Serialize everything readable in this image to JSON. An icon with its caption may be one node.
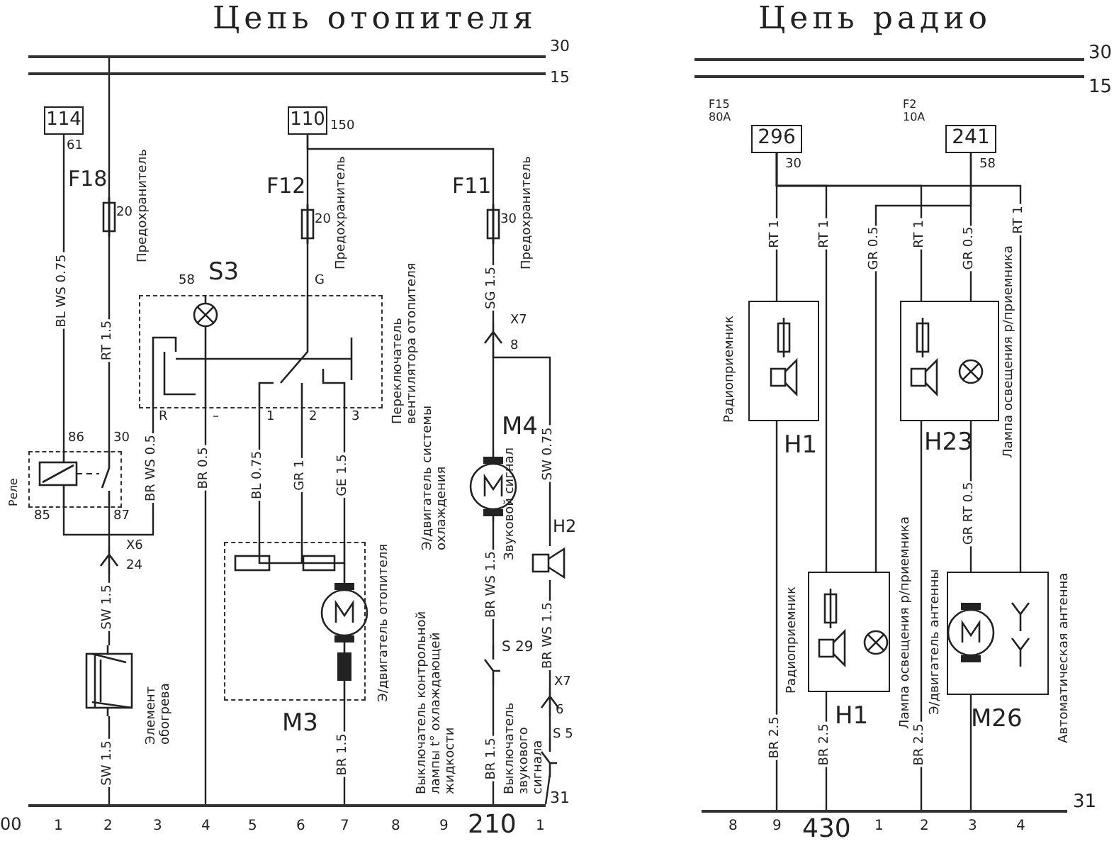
{
  "diagram": {
    "nodes": [
      {
        "text": [
          "30"
        ]
      },
      {
        "text": [
          "15"
        ]
      },
      {
        "text": [
          "114"
        ],
        "beside": [
          "61"
        ]
      },
      {
        "text": [
          "F18",
          "20",
          "Предохранитель"
        ]
      },
      {
        "text": [
          "110"
        ],
        "beside": [
          "150"
        ]
      },
      {
        "text": [
          "F12",
          "20",
          "Предохранитель"
        ]
      },
      {
        "text": [
          "F11",
          "30",
          "Предохранитель"
        ]
      },
      {
        "text": [
          "S3",
          "Переключатель вентилятора отопителя"
        ],
        "beside": [
          "58",
          "G",
          "R",
          "–",
          "1",
          "2",
          "3"
        ]
      },
      {
        "text": [
          "Реле"
        ],
        "beside": [
          "86",
          "30",
          "85",
          "87"
        ]
      },
      {
        "text": [
          "X6",
          "24"
        ]
      },
      {
        "text": [
          "Элемент обогрева"
        ]
      },
      {
        "text": [
          "M3",
          "Э/двигатель отопителя"
        ]
      },
      {
        "text": [
          "X7",
          "8"
        ]
      },
      {
        "text": [
          "M4",
          "Э/двигатель системы охлаждения"
        ]
      },
      {
        "text": [
          "H2",
          "Звуковой сигнал"
        ]
      },
      {
        "text": [
          "S 29",
          "Выключатель контрольной лампы t° охлаждающей жидкости"
        ]
      },
      {
        "text": [
          "X7",
          "6"
        ]
      },
      {
        "text": [
          "S 5",
          "Выключатель звукового сигнала"
        ]
      },
      {
        "text": [
          "31"
        ]
      },
      {
        "text": [
          "30"
        ]
      },
      {
        "text": [
          "15"
        ]
      },
      {
        "text": [
          "296"
        ],
        "beside": [
          "F15 80A",
          "30"
        ]
      },
      {
        "text": [
          "241"
        ],
        "beside": [
          "F2 10A",
          "58"
        ]
      },
      {
        "text": [
          "H1",
          "Радиоприемник"
        ]
      },
      {
        "text": [
          "H23",
          "Лампа освещения р/приемника"
        ]
      },
      {
        "text": [
          "H1",
          "Радиоприемник",
          "Лампа освещения р/приемника"
        ]
      },
      {
        "text": [
          "M26",
          "Э/двигатель антенны",
          "Автоматическая антенна"
        ]
      },
      {
        "text": [
          "31"
        ]
      }
    ],
    "edges": [
      {
        "from": 0,
        "to": 3,
        "arrow": "none"
      },
      {
        "from": 2,
        "to": 8,
        "arrow": "none",
        "label": "BL WS 0.75"
      },
      {
        "from": 3,
        "to": 8,
        "arrow": "none",
        "label": "RT 1.5"
      },
      {
        "from": 8,
        "to": 7,
        "arrow": "none",
        "label": "BR WS 0.5"
      },
      {
        "from": 8,
        "to": 9,
        "arrow": "none"
      },
      {
        "from": 9,
        "to": 10,
        "arrow": "none",
        "label": "SW 1.5"
      },
      {
        "from": 10,
        "to": 18,
        "arrow": "none",
        "label": "SW 1.5"
      },
      {
        "from": 4,
        "to": 5,
        "arrow": "none"
      },
      {
        "from": 4,
        "to": 6,
        "arrow": "none"
      },
      {
        "from": 5,
        "to": 7,
        "arrow": "none"
      },
      {
        "from": 7,
        "to": 18,
        "arrow": "none",
        "label": "BR 0.5"
      },
      {
        "from": 7,
        "to": 11,
        "arrow": "none",
        "label": "BL 0.75"
      },
      {
        "from": 7,
        "to": 11,
        "arrow": "none",
        "label": "GR 1"
      },
      {
        "from": 7,
        "to": 11,
        "arrow": "none",
        "label": "GE 1.5"
      },
      {
        "from": 11,
        "to": 18,
        "arrow": "none",
        "label": "BR 1.5"
      },
      {
        "from": 6,
        "to": 12,
        "arrow": "none",
        "label": "SG 1.5"
      },
      {
        "from": 12,
        "to": 13,
        "arrow": "none"
      },
      {
        "from": 12,
        "to": 14,
        "arrow": "none",
        "label": "SW 0.75"
      },
      {
        "from": 13,
        "to": 15,
        "arrow": "none",
        "label": "BR WS 1.5"
      },
      {
        "from": 15,
        "to": 18,
        "arrow": "none",
        "label": "BR 1.5"
      },
      {
        "from": 14,
        "to": 16,
        "arrow": "none",
        "label": "BR WS 1.5"
      },
      {
        "from": 16,
        "to": 17,
        "arrow": "none"
      },
      {
        "from": 17,
        "to": 18,
        "arrow": "none"
      },
      {
        "from": 21,
        "to": 23,
        "arrow": "none",
        "label": "RT 1"
      },
      {
        "from": 21,
        "to": 25,
        "arrow": "none",
        "label": "RT 1"
      },
      {
        "from": 21,
        "to": 24,
        "arrow": "none",
        "label": "RT 1"
      },
      {
        "from": 21,
        "to": 26,
        "arrow": "none",
        "label": "RT 1"
      },
      {
        "from": 22,
        "to": 25,
        "arrow": "none",
        "label": "GR 0.5"
      },
      {
        "from": 22,
        "to": 24,
        "arrow": "none",
        "label": "GR 0.5"
      },
      {
        "from": 23,
        "to": 27,
        "arrow": "none",
        "label": "BR 2.5"
      },
      {
        "from": 25,
        "to": 27,
        "arrow": "none",
        "label": "BR 2.5"
      },
      {
        "from": 24,
        "to": 27,
        "arrow": "none",
        "label": "BR 2.5"
      },
      {
        "from": 24,
        "to": 26,
        "arrow": "none",
        "label": "GR RT 0.5"
      },
      {
        "from": 26,
        "to": 27,
        "arrow": "none"
      }
    ],
    "labels": [
      "Цепь отопителя",
      "Цепь радио",
      "00",
      "1",
      "2",
      "3",
      "4",
      "5",
      "6",
      "7",
      "8",
      "9",
      "210",
      "1",
      "8",
      "9",
      "430",
      "1",
      "2",
      "3",
      "4"
    ]
  }
}
